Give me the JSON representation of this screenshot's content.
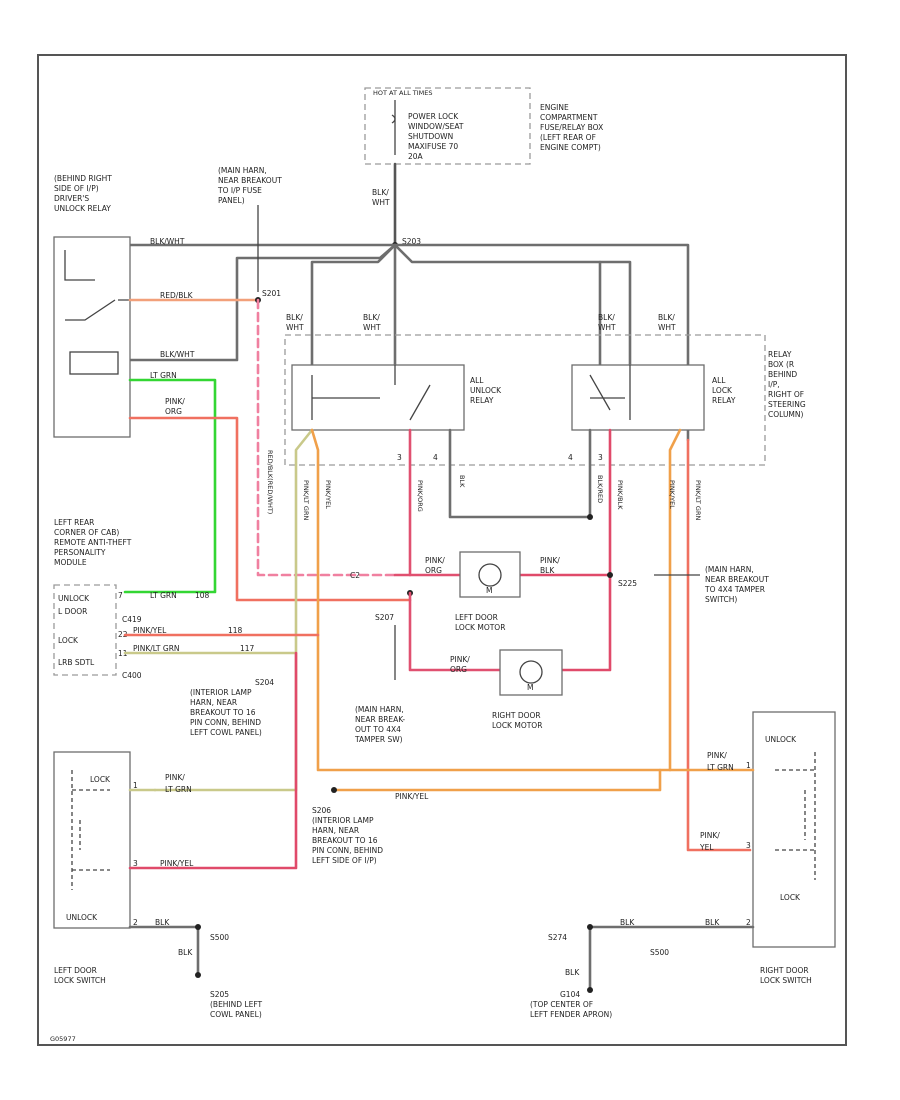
{
  "colors": {
    "blk": "#6e6e6e",
    "red_black": "#f2a07a",
    "lt_grn": "#33d633",
    "pink_org": "#f07060",
    "pink_dk": "#e04a6a",
    "pink_lt_grn": "#c9c98a",
    "pink_yel": "#f0a04a",
    "blk_wht": "#555555",
    "red_pink": "#e05070",
    "blk_lt_blu": "#777777"
  },
  "labels": {
    "fuse_box_header": "HOT AT ALL TIMES",
    "fuse": [
      "POWER LOCK",
      "WINDOW/SEAT",
      "SHUTDOWN",
      "MAXIFUSE 70",
      "20A"
    ],
    "fuse_location": [
      "ENGINE",
      "COMPARTMENT",
      "FUSE/RELAY BOX",
      "(LEFT REAR OF",
      "ENGINE COMPT)"
    ],
    "splice_top_note": [
      "(MAIN HARN,",
      "NEAR BREAKOUT",
      "TO I/P FUSE",
      "PANEL)"
    ],
    "blk_wht_top": [
      "BLK/",
      "WHT"
    ],
    "splice_s203": "S203",
    "splice_s201": "S201",
    "dimmer_relay_location": [
      "(BEHIND RIGHT",
      "SIDE OF I/P)",
      "DRIVER'S",
      "UNLOCK RELAY"
    ],
    "wire_blk_wht_1": "BLK/WHT",
    "wire_red_blk": "RED/BLK",
    "wire_blk_wht_2": "BLK/WHT",
    "wire_lt_grn": "LT GRN",
    "wire_pink_org_1": [
      "PINK/",
      "ORG"
    ],
    "blk_wht_a": [
      "BLK/",
      "WHT"
    ],
    "blk_wht_b": [
      "BLK/",
      "WHT"
    ],
    "blk_wht_c": [
      "BLK/",
      "WHT"
    ],
    "blk_wht_d": [
      "BLK/",
      "WHT"
    ],
    "unlock_relay": [
      "ALL",
      "UNLOCK",
      "RELAY"
    ],
    "lock_relay": [
      "ALL",
      "LOCK",
      "RELAY"
    ],
    "relay_box_location": [
      "RELAY",
      "BOX (R",
      "BEHIND",
      "I/P,",
      "RIGHT OF",
      "STEERING",
      "COLUMN)"
    ],
    "pin_3a": "3",
    "pin_4a": "4",
    "pin_4b": "4",
    "pin_3b": "3",
    "wire_vert_1": "PINK/LT GRN",
    "wire_vert_2": "PINK/YEL",
    "wire_vert_3": "RED/BLK(RED/WHT)",
    "wire_vert_4": "PINK/ORG",
    "wire_vert_5": "BLK",
    "wire_vert_6": "BLK/RED",
    "wire_vert_7": "PINK/BLK",
    "wire_vert_8": "PINK/YEL",
    "wire_vert_9": "PINK/LT GRN",
    "module_location": [
      "LEFT REAR",
      "CORNER OF CAB)",
      "REMOTE ANTI-THEFT",
      "PERSONALITY",
      "MODULE"
    ],
    "module_unlock": "UNLOCK",
    "module_l_door": "L DOOR",
    "module_lock": "LOCK",
    "module_lrb_sdtl": "LRB SDTL",
    "conn_c419": "C419",
    "conn_c400": "C400",
    "pin_7": "7",
    "pin_22": "22",
    "pin_11": "11",
    "wire_mod_lt_grn": "LT GRN",
    "wire_mod_pink_yel": "PINK/YEL",
    "wire_mod_pink_lt_grn": "PINK/LT GRN",
    "num_108": "108",
    "num_118": "118",
    "num_117": "117",
    "connector_c2": "C2",
    "s204_label": [
      "S204",
      "(INTERIOR LAMP",
      "HARN, NEAR",
      "BREAKOUT TO 16",
      "PIN CONN, BEHIND",
      "LEFT COWL PANEL)"
    ],
    "s207_label": "S207",
    "s207_note": [
      "(MAIN HARN,",
      "NEAR BREAK-",
      "OUT TO 4X4",
      "TAMPER SW)"
    ],
    "s225_label": "S225",
    "s225_note": [
      "(MAIN HARN,",
      "NEAR BREAKOUT",
      "TO 4X4 TAMPER",
      "SWITCH)"
    ],
    "wire_pink_org_2": [
      "PINK/",
      "ORG"
    ],
    "wire_pink_blk": [
      "PINK/",
      "BLK"
    ],
    "wire_pink_org_3": [
      "PINK/",
      "ORG"
    ],
    "left_door_motor": [
      "LEFT DOOR",
      "LOCK MOTOR"
    ],
    "right_door_motor": [
      "RIGHT DOOR",
      "LOCK MOTOR"
    ],
    "motor_m": "M",
    "left_switch_lock": "LOCK",
    "left_switch_unlock": "UNLOCK",
    "wire_ls_pink": "PINK/",
    "wire_ls_lt_grn": "LT GRN",
    "wire_ls_pink_yel": "PINK/YEL",
    "wire_ls_blk": "BLK",
    "pin_ls_1": "1",
    "pin_ls_3": "3",
    "pin_ls_2": "2",
    "s500_label": "S500",
    "s205_label": [
      "S205",
      "(BEHIND LEFT",
      "COWL PANEL)"
    ],
    "s206_label": [
      "S206",
      "(INTERIOR LAMP",
      "HARN, NEAR",
      "BREAKOUT TO 16",
      "PIN CONN, BEHIND",
      "LEFT SIDE OF I/P)"
    ],
    "left_switch_name": [
      "LEFT DOOR",
      "LOCK SWITCH"
    ],
    "wire_h_pink_org": "PINK/YEL",
    "right_switch_unlock": "UNLOCK",
    "right_switch_lock": "LOCK",
    "wire_rs_pink_ltgrn": [
      "PINK/",
      "LT GRN"
    ],
    "wire_rs_pink_yel": [
      "PINK/",
      "YEL"
    ],
    "wire_rs_blk_1": "BLK",
    "wire_rs_blk_2": "BLK",
    "pin_rs_a": "1",
    "pin_rs_b": "3",
    "pin_rs_c": "2",
    "s274_label": "S274",
    "s500b_label": "S500",
    "blk_bottom_left": "BLK",
    "blk_bottom_right": "BLK",
    "g104_label": [
      "G104",
      "(TOP CENTER OF",
      "LEFT FENDER APRON)"
    ],
    "right_switch_name": [
      "RIGHT DOOR",
      "LOCK SWITCH"
    ],
    "corner_id": "G05977"
  }
}
